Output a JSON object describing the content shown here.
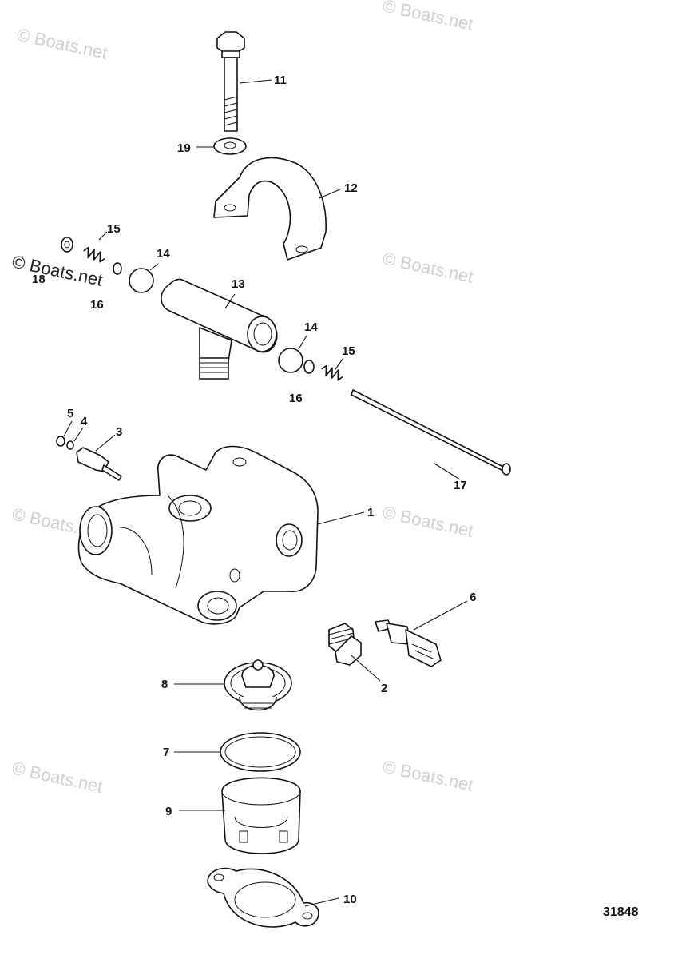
{
  "document_number": "31848",
  "watermark": "© Boats.net",
  "callouts": {
    "c1": "1",
    "c2": "2",
    "c3": "3",
    "c4": "4",
    "c5": "5",
    "c6": "6",
    "c7": "7",
    "c8": "8",
    "c9": "9",
    "c10": "10",
    "c11": "11",
    "c12": "12",
    "c13": "13",
    "c14a": "14",
    "c14b": "14",
    "c15a": "15",
    "c15b": "15",
    "c16a": "16",
    "c16b": "16",
    "c17": "17",
    "c18": "18",
    "c19": "19"
  }
}
